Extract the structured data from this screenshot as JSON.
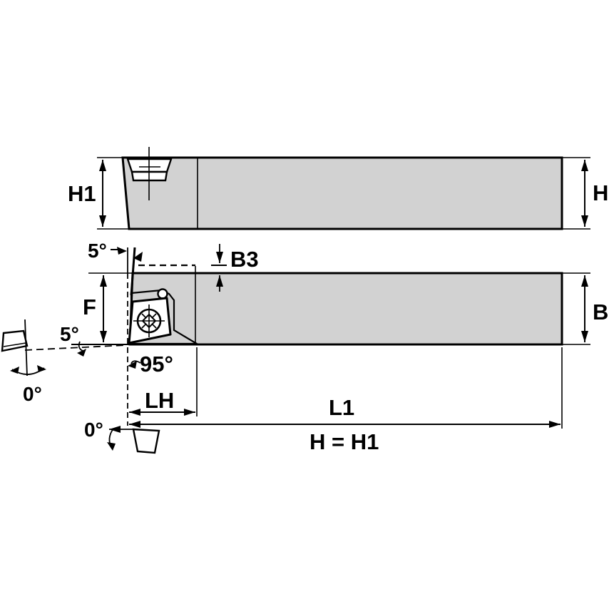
{
  "drawing": {
    "kind": "tool-holder-dimension-drawing",
    "labels": {
      "h1": "H1",
      "h": "H",
      "b3": "B3",
      "f": "F",
      "b": "B",
      "lh": "LH",
      "l1": "L1",
      "h_equals_h1": "H = H1",
      "top_lean_angle": "5°",
      "side_clearance_angle": "5°",
      "lead_angle": "95°",
      "inclination_front": "0°",
      "inclination_bottom": "0°"
    },
    "colors": {
      "body_fill": "#d2d2d2",
      "line": "#000000",
      "background": "#ffffff"
    }
  }
}
